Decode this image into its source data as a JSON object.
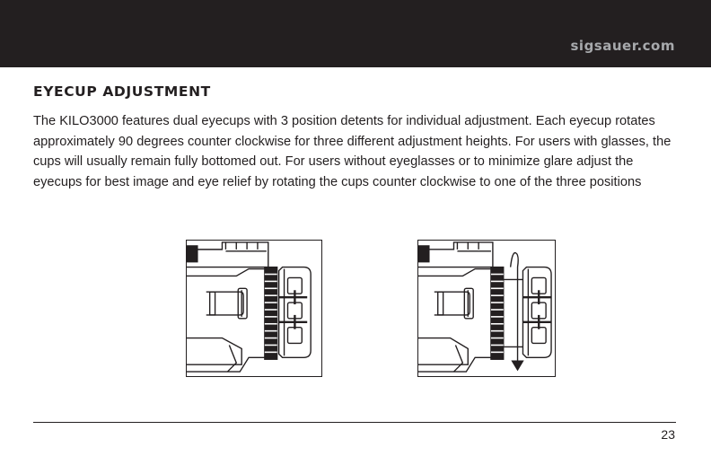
{
  "header": {
    "site_url": "sigsauer.com"
  },
  "section": {
    "title": "EYECUP ADJUSTMENT",
    "body": "The KILO3000 features dual eyecups with 3 position detents for individual adjustment.  Each eyecup rotates approximately 90 degrees counter clockwise for three different adjustment heights.  For users with glasses, the cups will usually remain fully bottomed out.  For users without eyeglasses or to minimize glare adjust the eyecups for best image and eye relief by rotating the cups counter clockwise to one of the three positions"
  },
  "figures": {
    "left": {
      "icon": "eyecup-retracted-illustration"
    },
    "right": {
      "icon": "eyecup-extended-with-rotation-arrow-illustration"
    }
  },
  "footer": {
    "page_number": "23"
  }
}
